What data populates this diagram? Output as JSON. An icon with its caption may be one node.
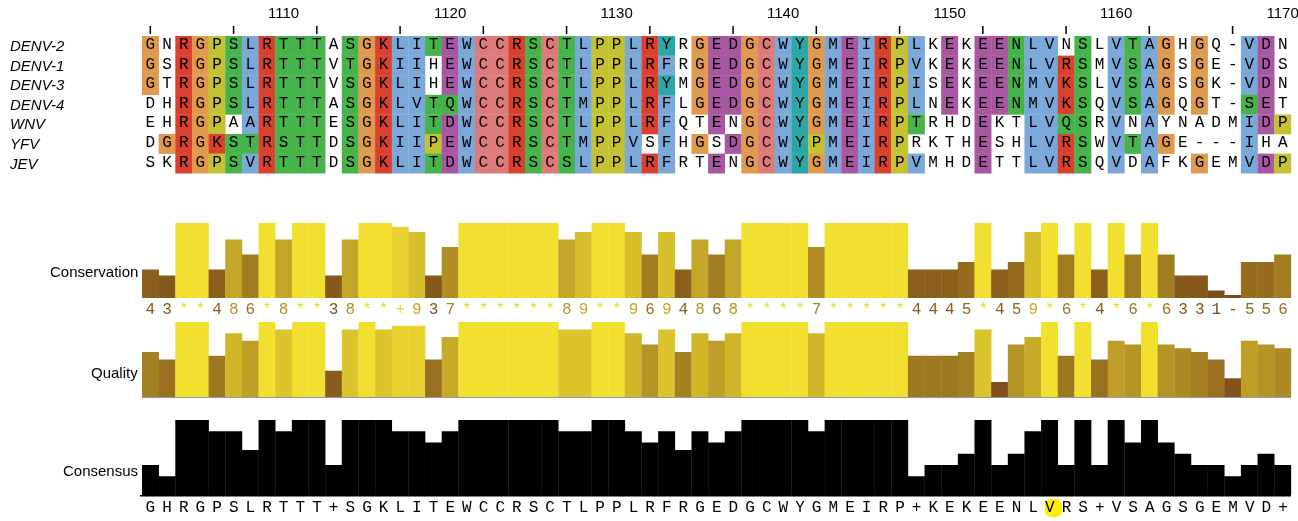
{
  "diagram": {
    "labels": [
      "1110",
      "1120",
      "1130",
      "1140",
      "1150",
      "1160",
      "1170",
      "DENV-2",
      "GNRGPSLRTTTASGKLITEWCCRSCTLPPLRYRGEDGCWYGMEIRPLKEKEENLVNSLVTAGHGQ-VDN",
      "DENV-1",
      "GSRGPSLRTTTVTGKIIHEWCCRSCTLPPLRFRGEDGCWYGMEIRPVKEKEENLVRSMVSAGSGE-VDS",
      "DENV-3",
      "GTRGPSLRTTTVSGKLIHEWCCRSCTLPPLRYMGEDGCWYGMEIRPISEKEENMVKSLVSAGSGK-VDN",
      "DENV-4",
      "DHRGPSLRTTTASGKLVTQWCCRSCTMPPLRFLGEDGCWYGMEIRPLNEKEENMVKSQVSAGQGT-SET",
      "WNV",
      "EHRGPAARTTTESGKLITDWCCRSCTLPPLRFQTENGCWYGMEIRPTRHDEKTLVQSRVNAYNADMIDP",
      "YFV",
      "DGRGKSTRSTTDSGKIIPEWCCRSCTMPPVSFHGSDGCWYPMEIRPRKTHESHLVRSWVTAGE---IHA",
      "JEV",
      "SKRGPSVRTTTDSGKLITDWCCRSCSLPPLRFRTENGCWYGMEIRPVMHDETTLVRSQVDAFKGEMVDP",
      "Conservation",
      "43**486*8**38**+937******89**9694868****7*****4445*459*6*4*6*6331-556",
      "Quality",
      "Consensus",
      "GHRGPSLRTTT+SGKLITEWCCRSCTLPPLRFRGEDGCWYGMEIRP+KEKEENLVRS+VSAGSGEMVD+"
    ]
  }
}
